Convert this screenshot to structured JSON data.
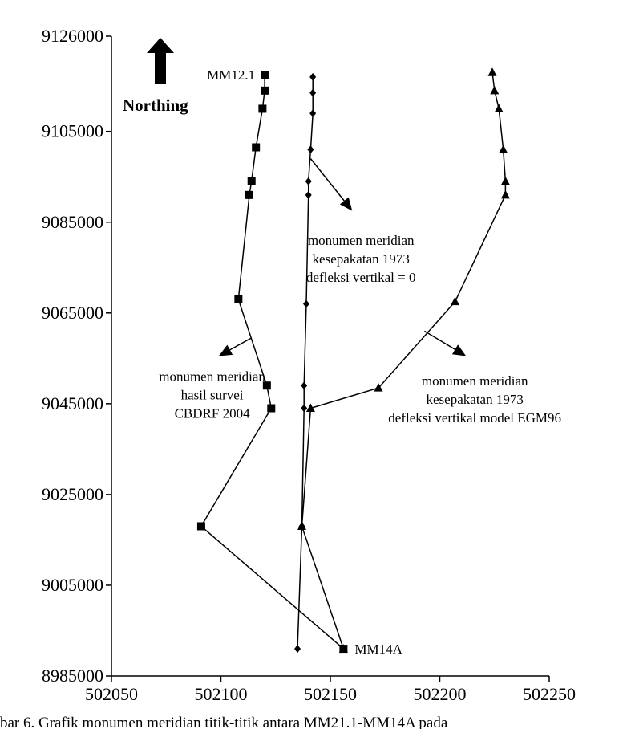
{
  "chart_data": {
    "type": "scatter",
    "title": "",
    "xlabel": "",
    "ylabel": "",
    "xlim": [
      502050,
      502250
    ],
    "ylim": [
      8985000,
      9126000
    ],
    "x_ticks": [
      "502050",
      "502100",
      "502150",
      "502200",
      "502250"
    ],
    "y_ticks": [
      "9126000",
      "9105000",
      "9085000",
      "9065000",
      "9045000",
      "9025000",
      "9005000",
      "8985000"
    ],
    "grid": false,
    "legend": "none",
    "north_arrow_label": "Northing",
    "series": [
      {
        "marker": "square",
        "color": "#000000",
        "points": [
          [
            502120,
            9117500
          ],
          [
            502120,
            9114000
          ],
          [
            502119,
            9110000
          ],
          [
            502116,
            9101500
          ],
          [
            502114,
            9094000
          ],
          [
            502113,
            9091000
          ],
          [
            502108,
            9068000
          ],
          [
            502121,
            9049000
          ],
          [
            502123,
            9044000
          ],
          [
            502091,
            9018000
          ],
          [
            502156,
            8991000
          ]
        ]
      },
      {
        "marker": "diamond",
        "color": "#000000",
        "points": [
          [
            502142,
            9117000
          ],
          [
            502142,
            9113500
          ],
          [
            502142,
            9109000
          ],
          [
            502141,
            9101000
          ],
          [
            502140,
            9094000
          ],
          [
            502140,
            9091000
          ],
          [
            502139,
            9067000
          ],
          [
            502138,
            9049000
          ],
          [
            502138,
            9044000
          ],
          [
            502137,
            9018000
          ],
          [
            502135,
            8991000
          ]
        ]
      },
      {
        "marker": "triangle",
        "color": "#000000",
        "points": [
          [
            502224,
            9118000
          ],
          [
            502225,
            9114000
          ],
          [
            502227,
            9110000
          ],
          [
            502229,
            9101000
          ],
          [
            502230,
            9094000
          ],
          [
            502230,
            9091000
          ],
          [
            502207,
            9067500
          ],
          [
            502172,
            9048500
          ],
          [
            502141,
            9044000
          ],
          [
            502137,
            9018000
          ],
          [
            502156,
            8991000
          ]
        ]
      }
    ],
    "point_labels": [
      {
        "text": "MM12.1",
        "x": 502120,
        "y": 9117500,
        "anchor": "left"
      },
      {
        "text": "MM14A",
        "x": 502156,
        "y": 8991000,
        "anchor": "right"
      }
    ],
    "annotations": [
      {
        "lines": [
          "monumen meridian",
          "kesepakatan 1973",
          "defleksi vertikal = 0"
        ],
        "text_at": [
          502164,
          9080000
        ],
        "arrow_from": [
          502141,
          9099000
        ],
        "arrow_to": [
          502160,
          9087500
        ]
      },
      {
        "lines": [
          "monumen meridian",
          "hasil survei",
          "CBDRF 2004"
        ],
        "text_at": [
          502096,
          9050000
        ],
        "arrow_from": [
          502114,
          9059500
        ],
        "arrow_to": [
          502099,
          9055500
        ]
      },
      {
        "lines": [
          "monumen meridian",
          "kesepakatan 1973",
          "defleksi vertikal  model EGM96"
        ],
        "text_at": [
          502216,
          9049000
        ],
        "arrow_from": [
          502193,
          9061000
        ],
        "arrow_to": [
          502212,
          9055500
        ]
      }
    ]
  },
  "caption": "bar 6.  Grafik monumen meridian titik-titik antara MM21.1-MM14A pada"
}
